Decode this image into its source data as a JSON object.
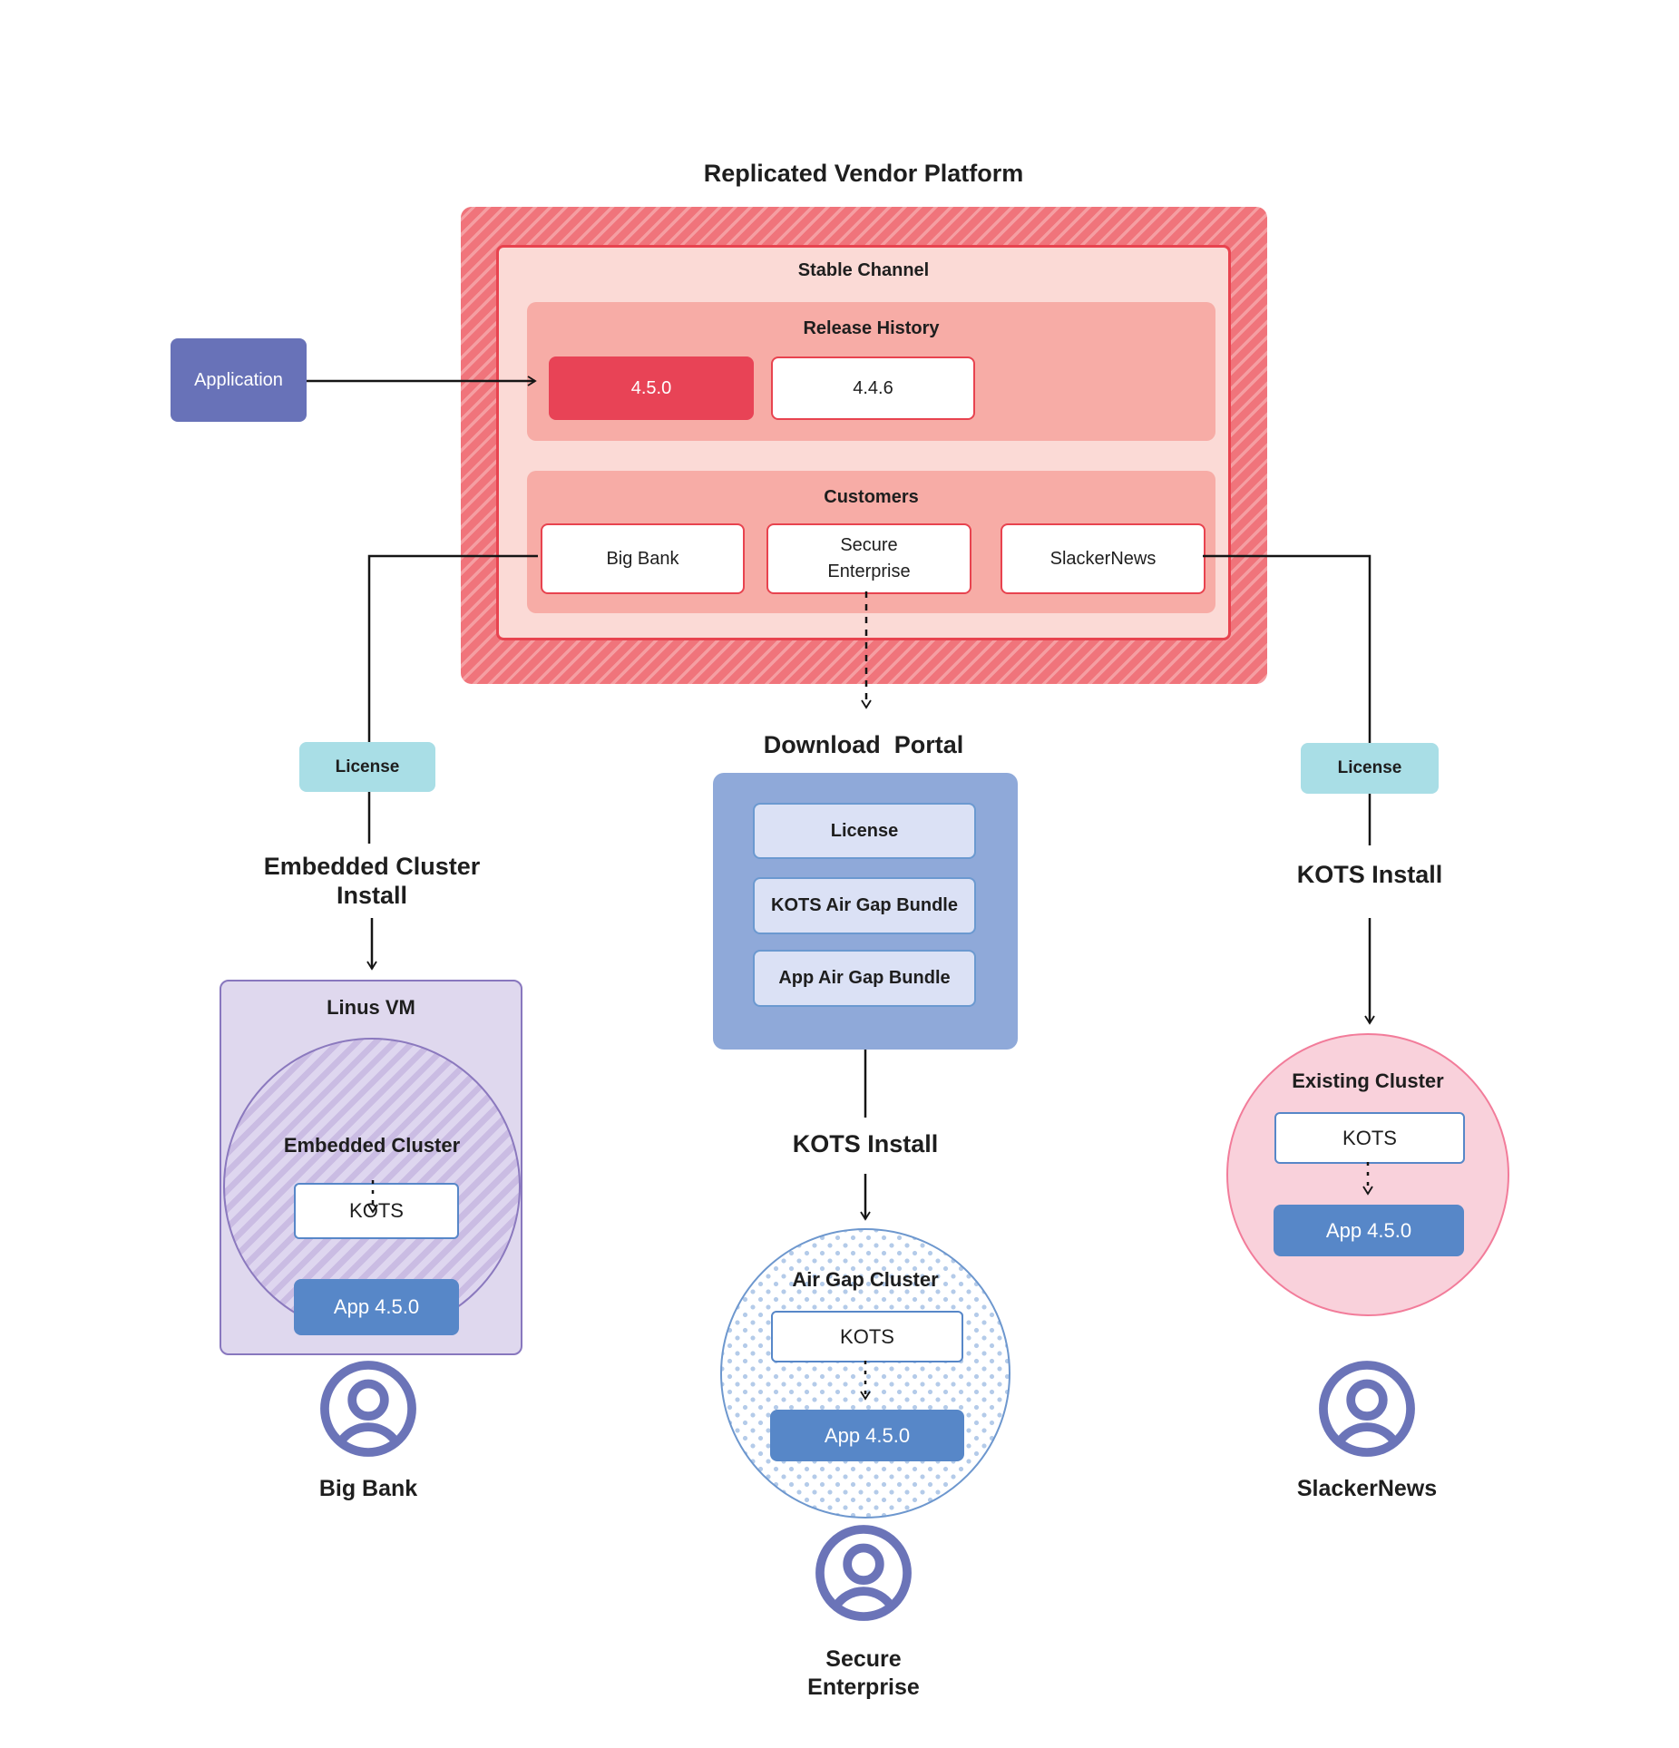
{
  "diagram_title": "Replicated Vendor Platform",
  "platform": {
    "stable_channel_label": "Stable Channel",
    "release_history": {
      "label": "Release History",
      "releases": [
        {
          "version": "4.5.0",
          "state": "current"
        },
        {
          "version": "4.4.6",
          "state": "previous"
        }
      ]
    },
    "customers": {
      "label": "Customers",
      "items": [
        {
          "name": "Big Bank"
        },
        {
          "name": "Secure\nEnterprise"
        },
        {
          "name": "SlackerNews"
        }
      ]
    }
  },
  "application_label": "Application",
  "big_bank_branch": {
    "license_label": "License",
    "install_label": "Embedded Cluster\nInstall",
    "vm_label": "Linus VM",
    "cluster_label": "Embedded Cluster",
    "kots_label": "KOTS",
    "app_label": "App 4.5.0",
    "persona_label": "Big Bank"
  },
  "secure_enterprise_branch": {
    "portal_label": "Download  Portal",
    "portal_items": [
      {
        "label": "License"
      },
      {
        "label": "KOTS Air Gap Bundle"
      },
      {
        "label": "App Air Gap Bundle"
      }
    ],
    "install_label": "KOTS Install",
    "cluster_label": "Air Gap Cluster",
    "kots_label": "KOTS",
    "app_label": "App 4.5.0",
    "persona_label": "Secure\nEnterprise"
  },
  "slackernews_branch": {
    "license_label": "License",
    "install_label": "KOTS Install",
    "cluster_label": "Existing Cluster",
    "kots_label": "KOTS",
    "app_label": "App 4.5.0",
    "persona_label": "SlackerNews"
  },
  "colors": {
    "platform_hatch_base": "#F0747B",
    "platform_hatch_stripe": "#F59EA2",
    "stable_channel_fill": "#FBDAD6",
    "stable_channel_border": "#E8434F",
    "section_fill": "#F7ACA6",
    "current_release_fill": "#E84356",
    "application_fill": "#6872B8",
    "license_fill": "#A9DEE6",
    "portal_fill": "#8FA9D9",
    "portal_item_fill": "#DBE1F5",
    "app_box_fill": "#5787C8",
    "vm_fill": "#DFD8EE",
    "vm_border": "#8877BE",
    "existing_cluster_fill": "#F9D1DB",
    "existing_cluster_border": "#F27C9A",
    "airgap_dot": "#B4CBE9",
    "airgap_border": "#6D97CE",
    "persona_icon": "#6B74B8"
  }
}
